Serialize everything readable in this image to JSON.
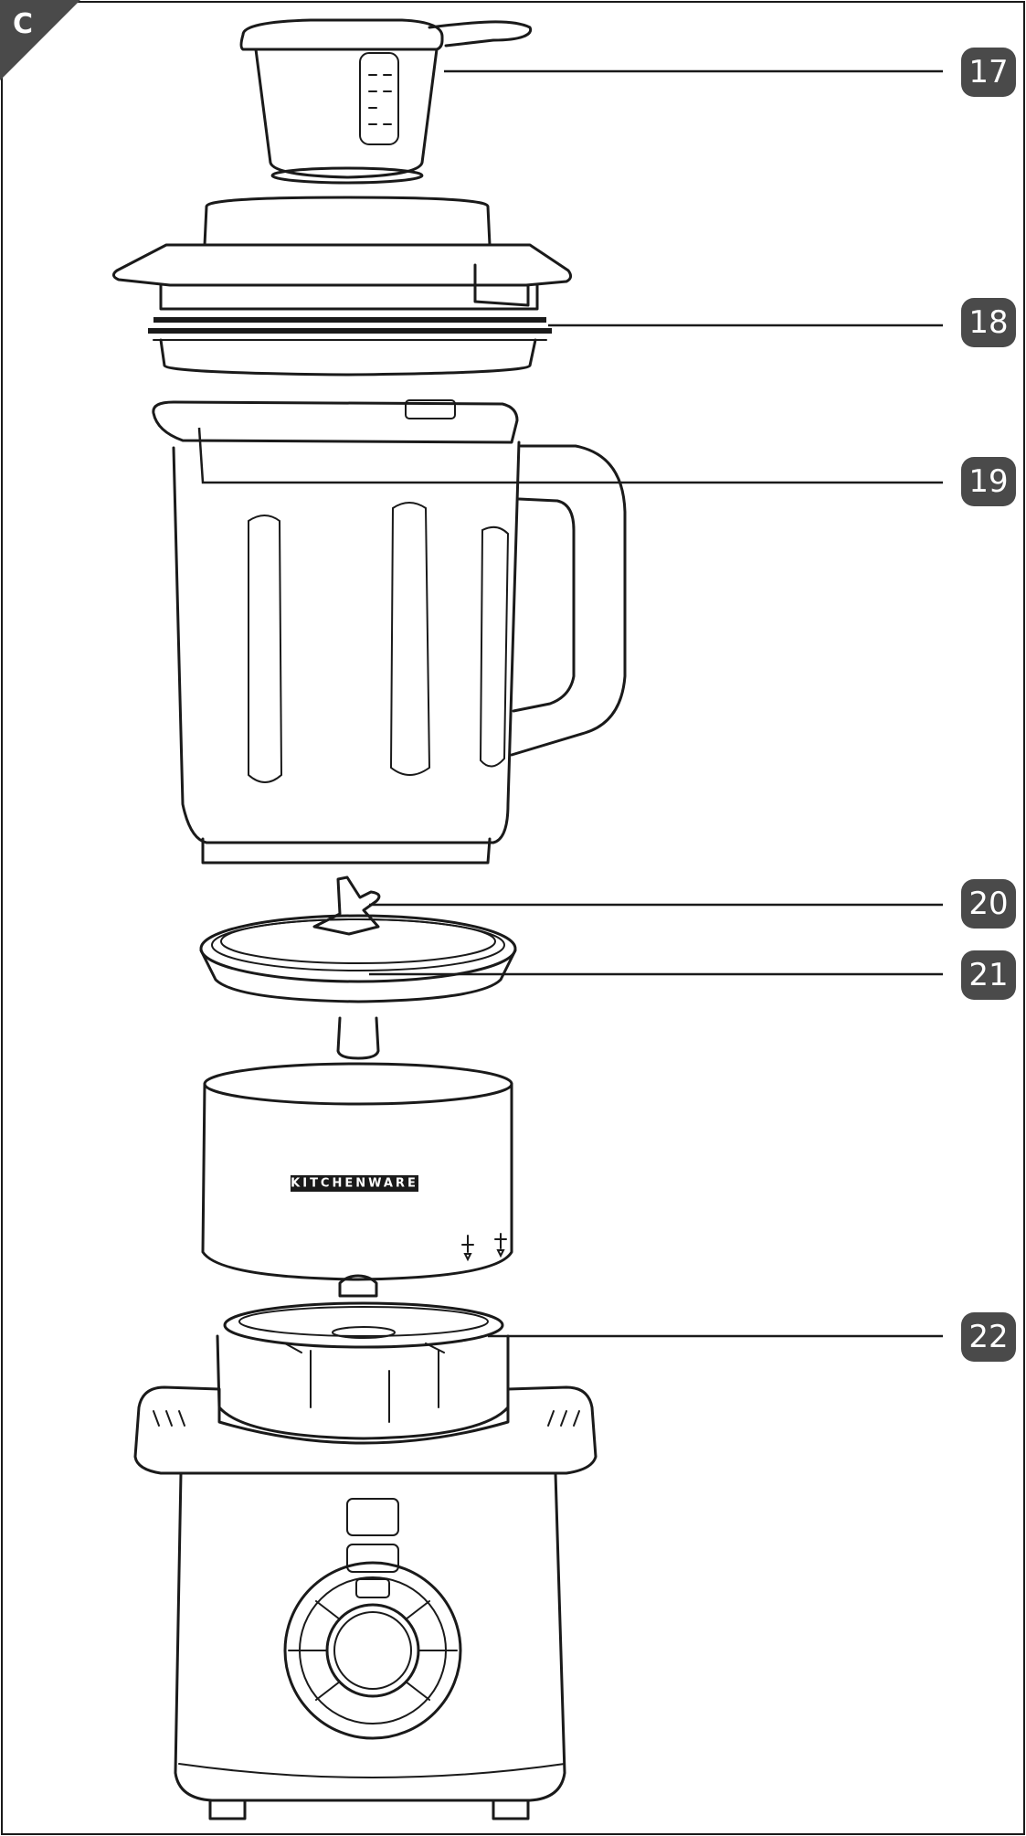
{
  "corner_label": "C",
  "brand_label": "KITCHENWARE",
  "badge_color": "#4a4a4a",
  "line_color": "#1a1a1a",
  "callouts": [
    {
      "id": "measuring-cup",
      "number": "17"
    },
    {
      "id": "lid",
      "number": "18"
    },
    {
      "id": "jug",
      "number": "19"
    },
    {
      "id": "blade",
      "number": "20"
    },
    {
      "id": "seal-ring",
      "number": "21"
    },
    {
      "id": "motor-coupling",
      "number": "22"
    }
  ]
}
